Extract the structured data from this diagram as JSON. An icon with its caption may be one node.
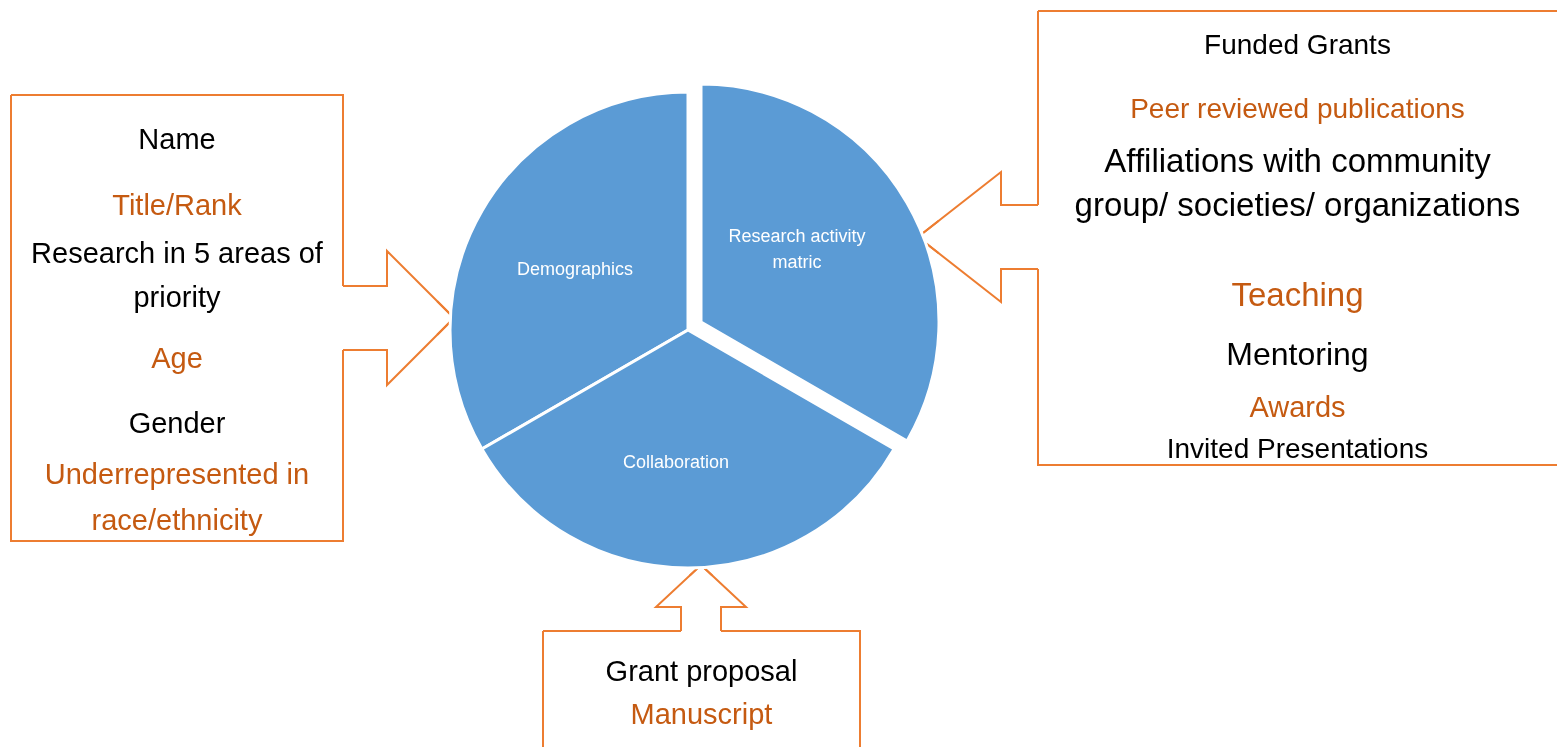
{
  "diagram": {
    "nodes": [
      {
        "text": [
          "Name",
          "Title/Rank",
          "Research in 5 areas of priority",
          "Age",
          "Gender",
          "Underrepresented in race/ethnicity"
        ]
      },
      {
        "text": [
          "Demographics"
        ]
      },
      {
        "text": [
          "Research activity matric"
        ]
      },
      {
        "text": [
          "Collaboration"
        ]
      },
      {
        "text": [
          "Funded Grants",
          "Peer reviewed publications",
          "Affiliations with community group/ societies/ organizations",
          "Teaching",
          "Mentoring",
          "Awards",
          "Invited Presentations"
        ]
      },
      {
        "text": [
          "Grant proposal",
          "Manuscript"
        ]
      }
    ],
    "edges": [
      {
        "from": 0,
        "to": 1,
        "arrow": "to"
      },
      {
        "from": 4,
        "to": 2,
        "arrow": "to"
      },
      {
        "from": 5,
        "to": 3,
        "arrow": "to"
      }
    ]
  }
}
